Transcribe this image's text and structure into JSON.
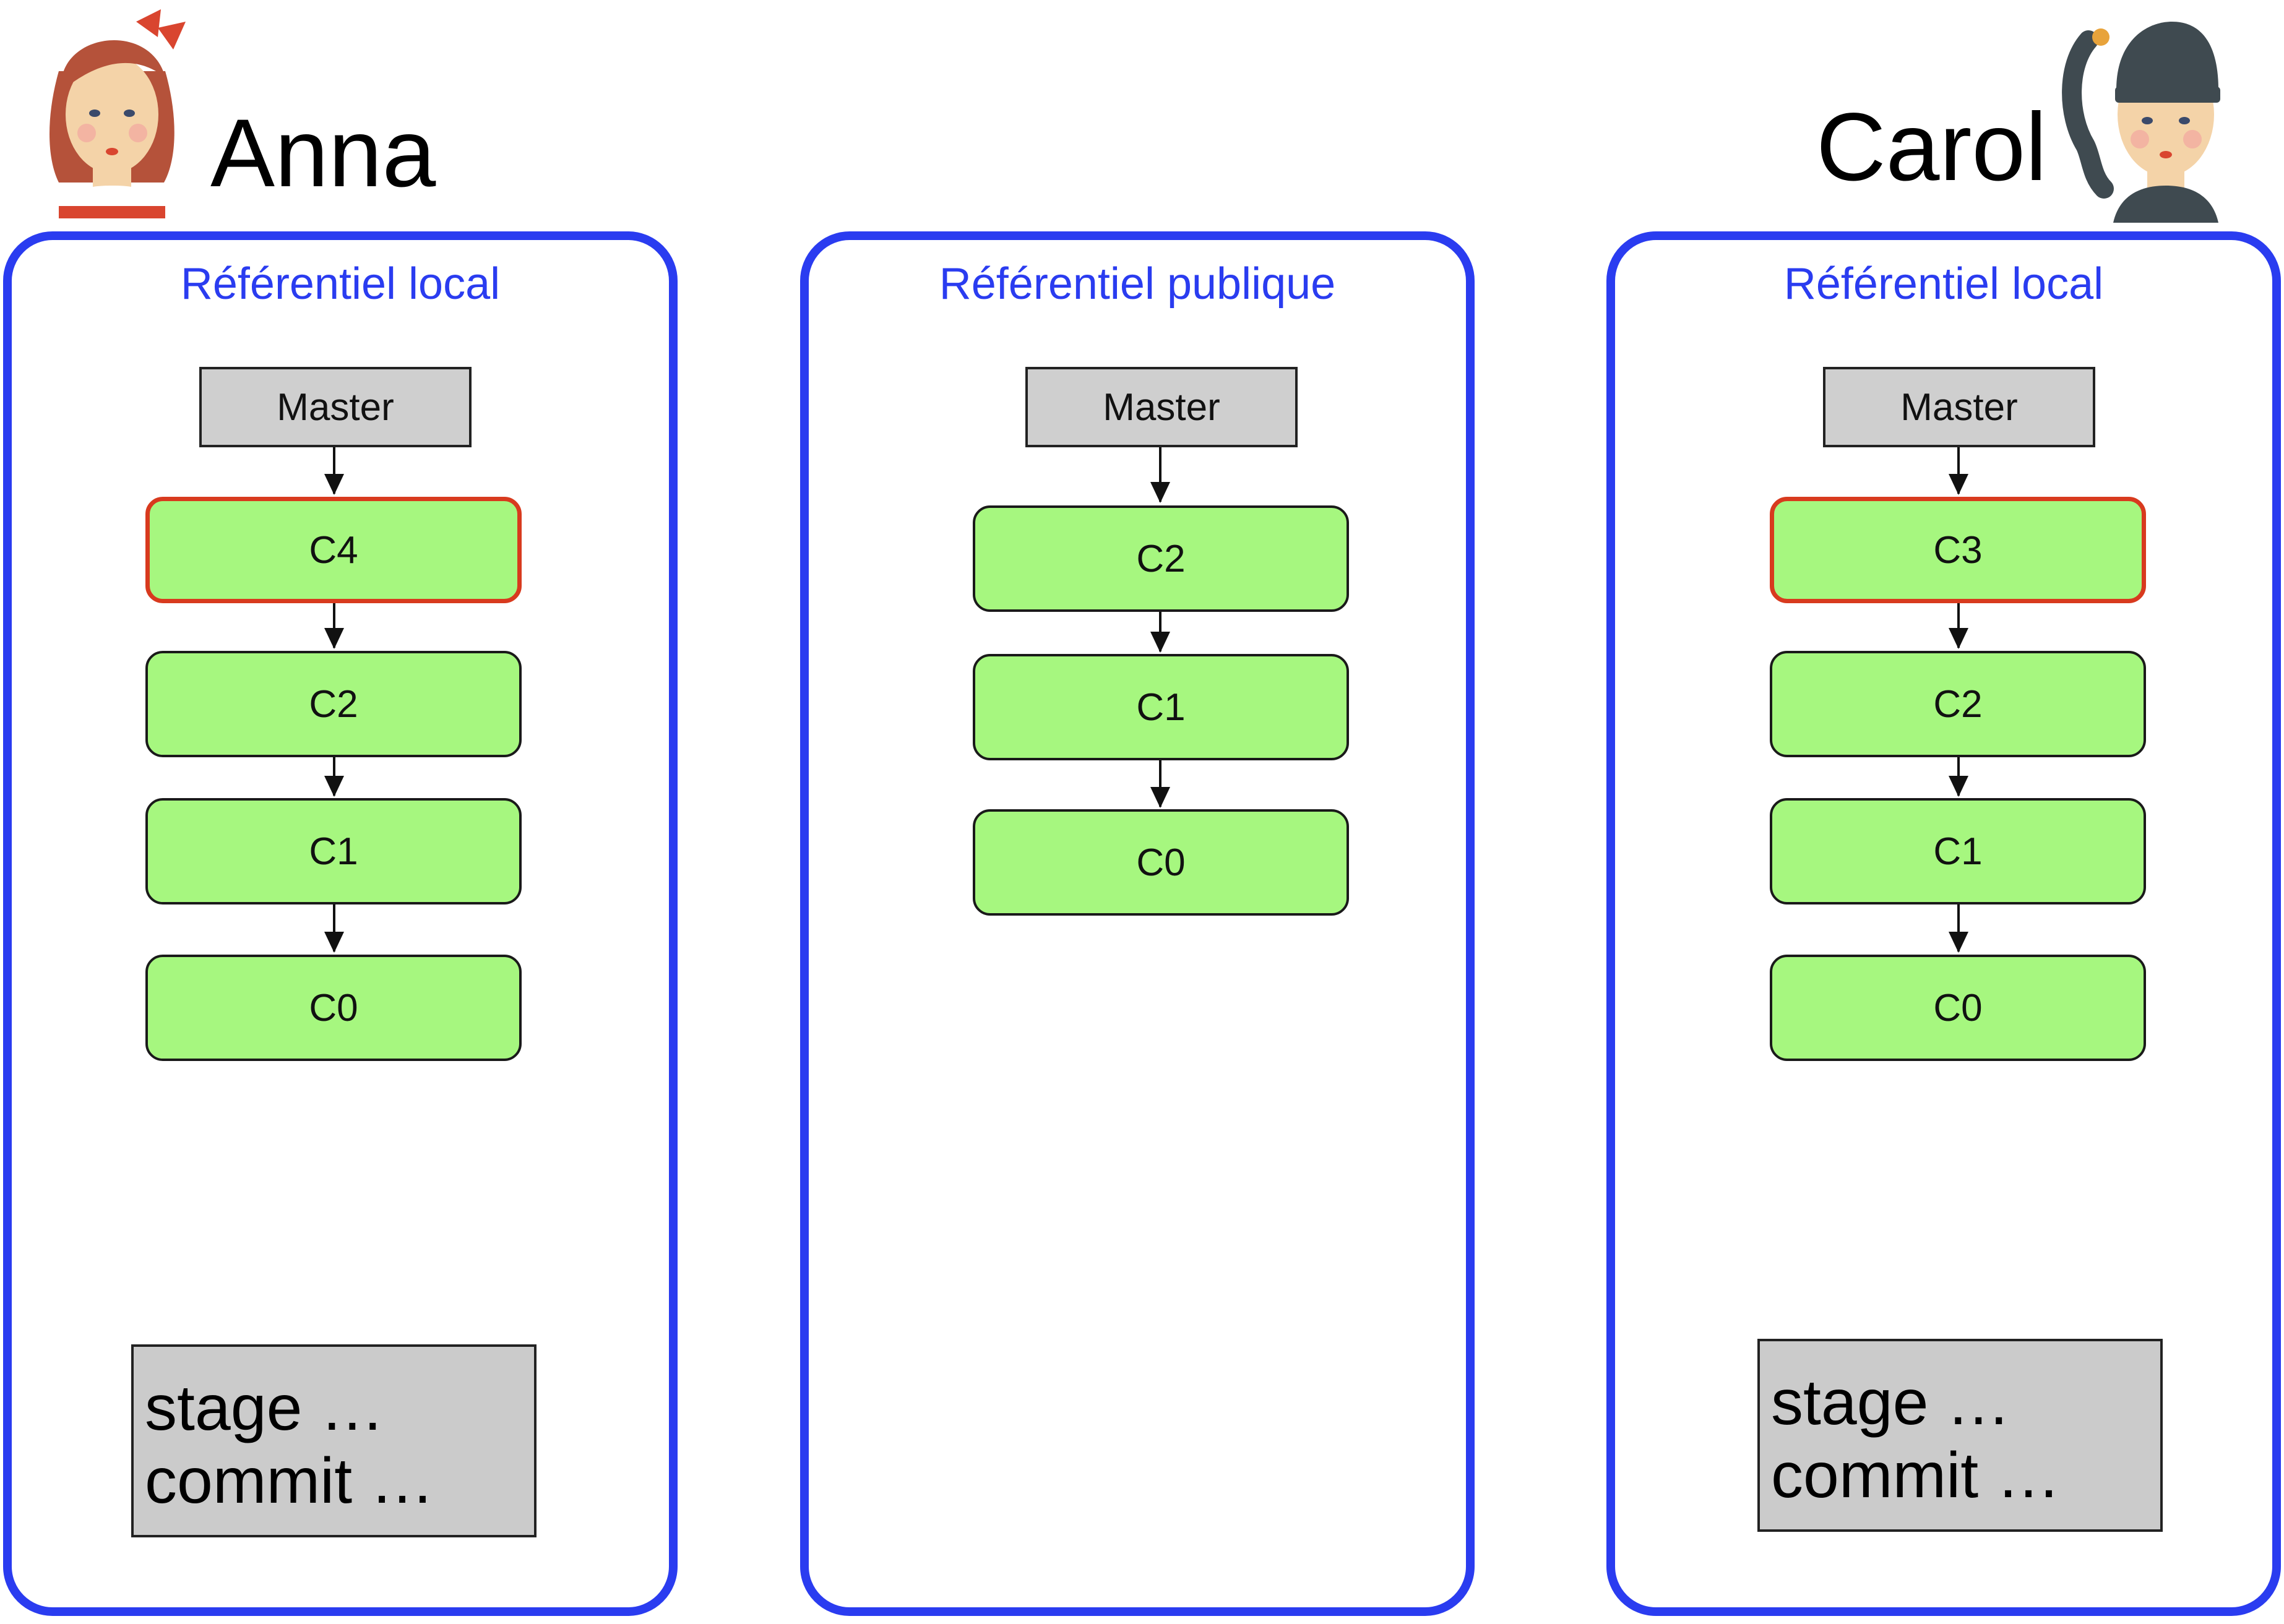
{
  "people": {
    "left": {
      "name": "Anna"
    },
    "right": {
      "name": "Carol"
    }
  },
  "repos": [
    {
      "title": "Référentiel local",
      "branch": "Master",
      "commits": [
        "C4",
        "C2",
        "C1",
        "C0"
      ],
      "new_commit": "C4",
      "commands": [
        "stage …",
        "commit …"
      ]
    },
    {
      "title": "Référentiel publique",
      "branch": "Master",
      "commits": [
        "C2",
        "C1",
        "C0"
      ]
    },
    {
      "title": "Référentiel local",
      "branch": "Master",
      "commits": [
        "C3",
        "C2",
        "C1",
        "C0"
      ],
      "new_commit": "C3",
      "commands": [
        "stage …",
        "commit …"
      ]
    }
  ],
  "colors": {
    "repo_border": "#2a3cf0",
    "commit_fill": "#a6f77f",
    "new_commit_border": "#d83a1e",
    "branch_fill": "#cfcfcf",
    "command_fill": "#cbcbcb"
  }
}
